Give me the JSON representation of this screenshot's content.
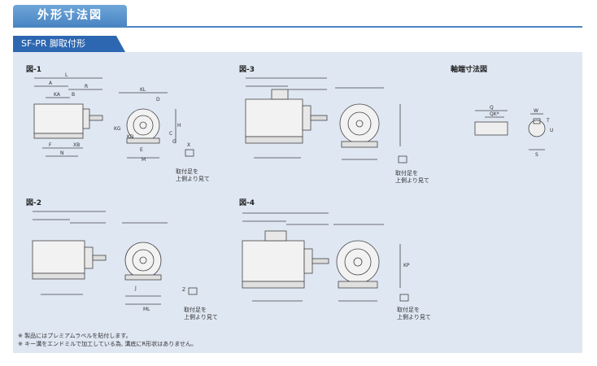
{
  "header": {
    "title": "外形寸法図"
  },
  "section": {
    "title": "SF-PR 脚取付形"
  },
  "figures": [
    {
      "label": "図-1"
    },
    {
      "label": "図-2"
    },
    {
      "label": "図-3"
    },
    {
      "label": "図-4"
    },
    {
      "label": "軸端寸法図"
    }
  ],
  "mount_note": [
    "取付足を",
    "上側より見て"
  ],
  "notes": [
    "※ 製品にはプレミアムラベルを貼付します。",
    "※ キー溝をエンドミルで加工している為, 溝底にR形状はありません。"
  ],
  "dims": {
    "L": "L",
    "A": "A",
    "R": "R",
    "KA": "KA",
    "B": "B",
    "KL": "KL",
    "D": "D",
    "F": "F",
    "N": "N",
    "XB": "XB",
    "E": "E",
    "M": "M",
    "ML": "ML",
    "KG": "KG",
    "KD": "KD",
    "H": "H",
    "C": "C",
    "G": "G",
    "J": "J",
    "KP": "KP",
    "X": "X",
    "Z": "Z",
    "Q": "Q",
    "QK": "QK*",
    "W": "W",
    "T": "T",
    "U": "U",
    "S": "S"
  }
}
